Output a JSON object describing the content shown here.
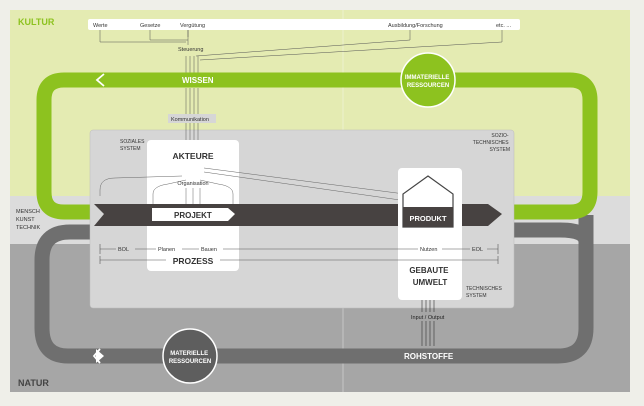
{
  "zones": {
    "culture": "KULTUR",
    "nature": "NATUR",
    "human_lines": [
      "MENSCH",
      "KUNST",
      "TECHNIK"
    ]
  },
  "culture_bar": {
    "items": [
      "Werte",
      "Gesetze",
      "Vergütung",
      "Ausbildung/Forschung",
      "etc. ..."
    ],
    "steering": "Steuerung"
  },
  "cycles": {
    "wissen": "WISSEN",
    "rohstoffe": "ROHSTOFFE",
    "immaterial_lines": [
      "IMMATERIELLE",
      "RESSOURCEN"
    ],
    "material_lines": [
      "MATERIELLE",
      "RESSOURCEN"
    ]
  },
  "system": {
    "social_lines": [
      "SOZIALES",
      "SYSTEM"
    ],
    "sociotech_lines": [
      "SOZIO-",
      "TECHNISCHES",
      "SYSTEM"
    ],
    "technical_lines": [
      "TECHNISCHES",
      "SYSTEM"
    ]
  },
  "actors": {
    "title": "AKTEURE",
    "communication": "Kommunikation",
    "organisation": "Organisation"
  },
  "flow": {
    "projekt": "PROJEKT",
    "produkt": "PRODUKT",
    "prozess": "PROZESS"
  },
  "lifecycle": {
    "bol": "BOL",
    "planen": "Planen",
    "bauen": "Bauen",
    "nutzen": "Nutzen",
    "eol": "EOL"
  },
  "built_env": {
    "lines": [
      "GEBAUTE",
      "UMWELT"
    ],
    "io": "Input / Output"
  },
  "colors": {
    "culture_bg": "#e4ebb2",
    "human_bg": "#dcdcdc",
    "nature_bg": "#a6a6a6",
    "green": "#8dc21f",
    "grey_cycle": "#6f6f6f",
    "dark_band": "#474241",
    "light_panel": "#dcdcdc",
    "white": "#ffffff",
    "text_dark": "#333333"
  }
}
